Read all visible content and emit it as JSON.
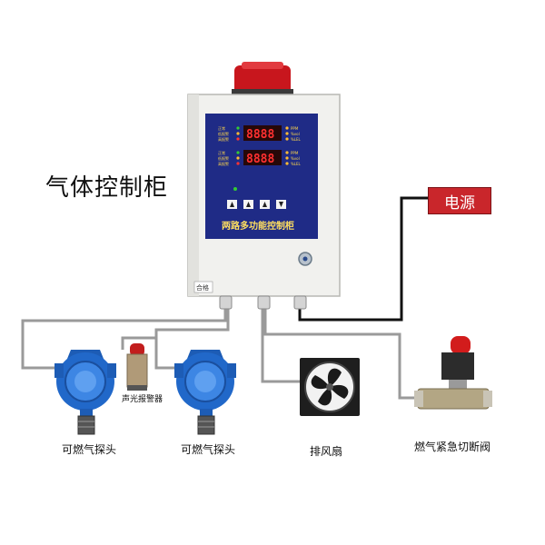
{
  "title": "气体控制柜",
  "power_label": "电源",
  "panel": {
    "name_text": "两路多功能控制柜",
    "display1": "8888",
    "display2": "8888",
    "tag": "合格"
  },
  "devices": {
    "detector1": "可燃气探头",
    "alarm": "声光报警器",
    "detector2": "可燃气探头",
    "fan": "排风扇",
    "valve": "燃气紧急切断阀"
  },
  "colors": {
    "cabinet": "#f1f1ee",
    "panel": "#1f2b86",
    "beacon": "#c8161d",
    "detector": "#2168c9",
    "power_box": "#c9262b",
    "wire_power": "#111111",
    "wire_signal": "#9a9a9a"
  }
}
